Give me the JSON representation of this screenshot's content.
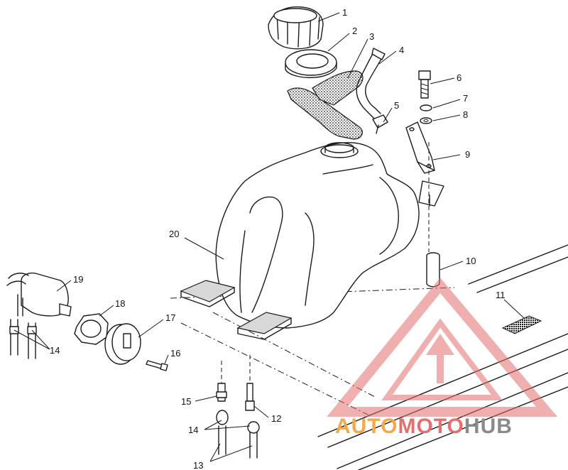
{
  "labels": {
    "p1": "1",
    "p2": "2",
    "p3": "3",
    "p4": "4",
    "p5": "5",
    "p6": "6",
    "p7": "7",
    "p8": "8",
    "p9": "9",
    "p10": "10",
    "p11": "11",
    "p12": "12",
    "p13": "13",
    "p14a": "14",
    "p14b": "14",
    "p15": "15",
    "p16": "16",
    "p17": "17",
    "p18": "18",
    "p19": "19",
    "p20": "20"
  },
  "watermark": {
    "part1": "AUTO",
    "part2": "MOTO",
    "part3": "HUB",
    "color1": "#f2a94a",
    "color2": "#e46f6f",
    "color3": "#8a8a8a"
  }
}
